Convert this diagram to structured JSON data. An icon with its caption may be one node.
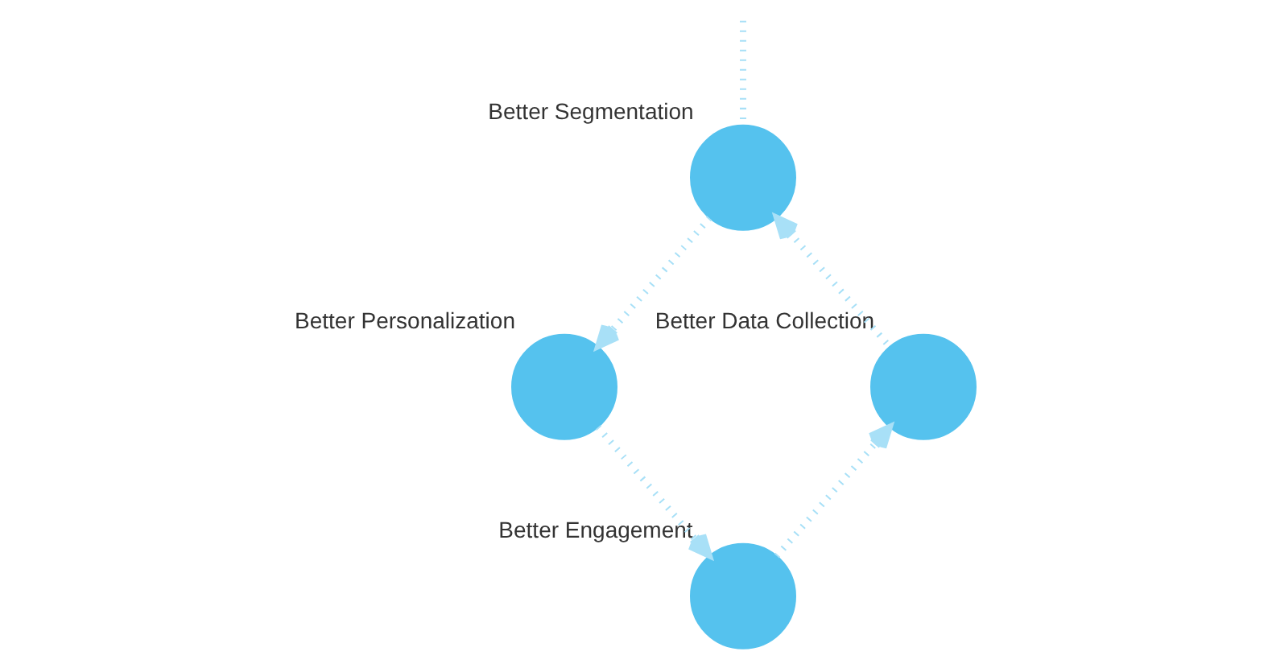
{
  "diagram": {
    "nodes": [
      {
        "text": [],
        "shape": "circle",
        "beside": [
          "Better Segmentation"
        ]
      },
      {
        "text": [],
        "shape": "circle",
        "beside": [
          "Better Personalization"
        ]
      },
      {
        "text": [],
        "shape": "circle",
        "beside": [
          "Better Engagement"
        ]
      },
      {
        "text": [],
        "shape": "circle",
        "beside": [
          "Better Data Collection"
        ]
      }
    ],
    "edges": [
      {
        "from": null,
        "to": 0,
        "arrow": "none"
      },
      {
        "from": 0,
        "to": 1,
        "arrow": "to"
      },
      {
        "from": 1,
        "to": 2,
        "arrow": "to"
      },
      {
        "from": 2,
        "to": 3,
        "arrow": "to"
      },
      {
        "from": 3,
        "to": 0,
        "arrow": "to"
      }
    ]
  }
}
